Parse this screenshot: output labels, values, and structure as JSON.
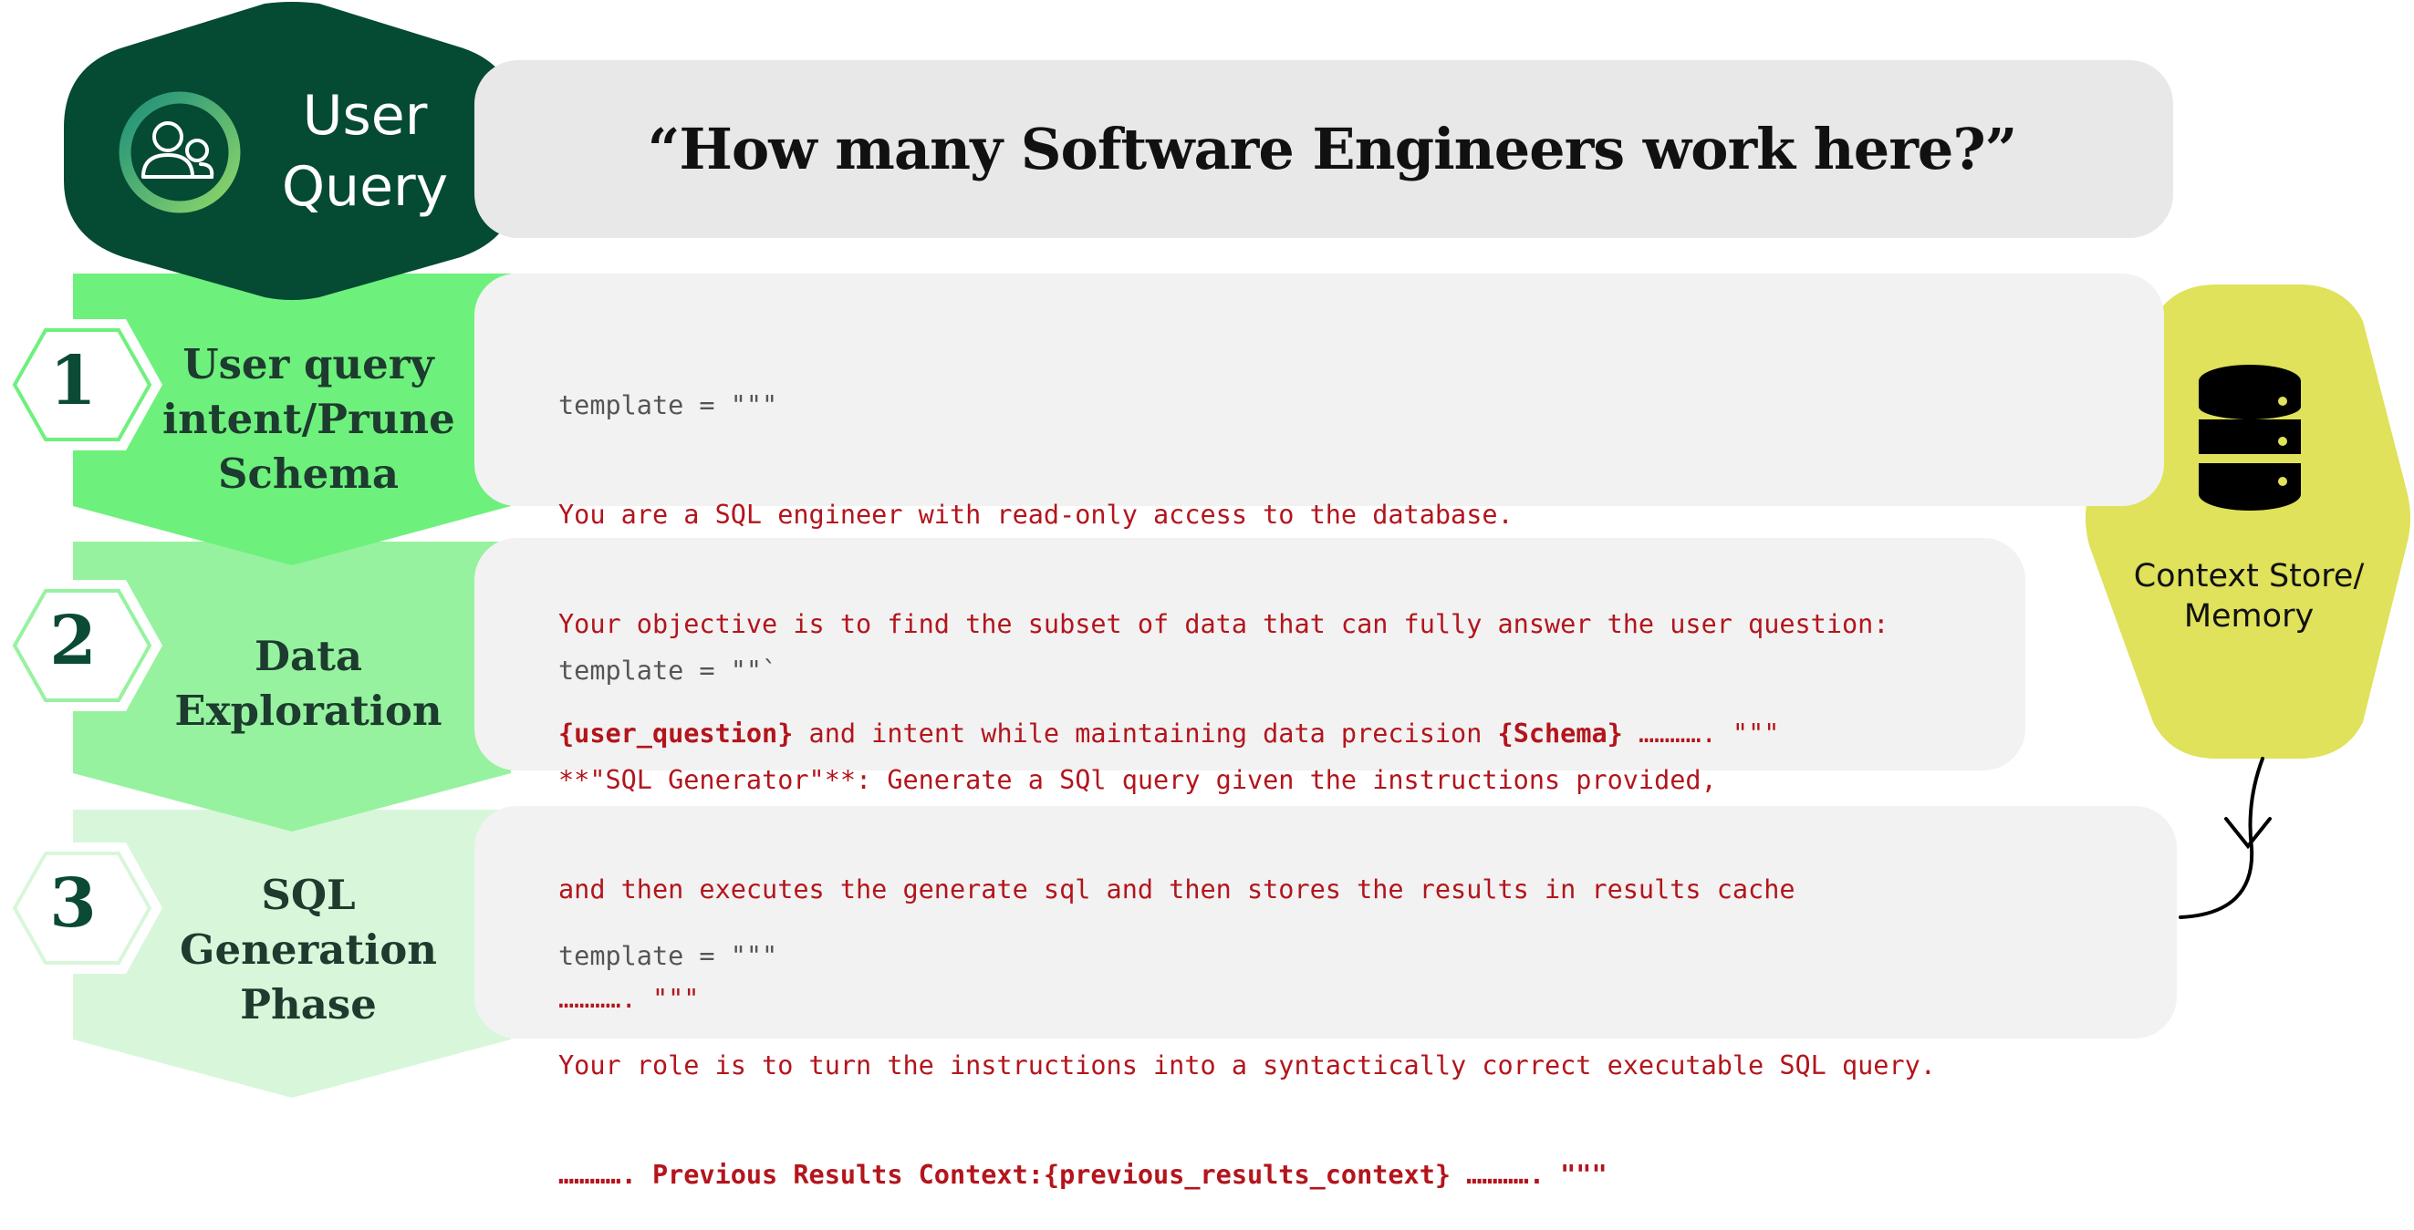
{
  "header": {
    "title_line1": "User",
    "title_line2": "Query",
    "icon": "users-icon",
    "question": "“How many Software Engineers work here?”"
  },
  "steps": [
    {
      "number": "1",
      "label_lines": [
        "User query",
        "intent/Prune",
        "Schema"
      ],
      "code": {
        "l1_kw": "template = \"\"\"",
        "l2": "You are a SQL engineer with read-only access to the database.",
        "l3": "Your objective is to find the subset of data that can fully answer the user question:",
        "l4_b1": "{user_question}",
        "l4_mid": " and intent while maintaining data precision ",
        "l4_b2": "{Schema}",
        "l4_end": " …………. \"\"\""
      }
    },
    {
      "number": "2",
      "label_lines": [
        "Data",
        "Exploration"
      ],
      "code": {
        "l1_kw": "template = \"\"`",
        "l2": "**\"SQL Generator\"**: Generate a SQl query given the instructions provided,",
        "l3": "and then executes the generate sql and then stores the results in results cache",
        "l4": "…………. \"\"\""
      }
    },
    {
      "number": "3",
      "label_lines": [
        "SQL",
        "Generation",
        "Phase"
      ],
      "code": {
        "l1_kw": "template = \"\"\"",
        "l2": "Your role is to turn the instructions into a syntactically correct executable SQL query.",
        "l3_b": "…………. Previous Results Context:{previous_results_context} …………. \"\"\""
      }
    }
  ],
  "context_store": {
    "label_line1": "Context Store/",
    "label_line2": "Memory",
    "icon": "database-icon"
  },
  "colors": {
    "dark_green": "#054a33",
    "step1_green": "#6ef07d",
    "step2_green": "#97f29f",
    "step3_green": "#d8f7da",
    "context_yellow": "#dfe25a",
    "code_red": "#b3151c",
    "panel_gray": "#f2f2f2"
  }
}
